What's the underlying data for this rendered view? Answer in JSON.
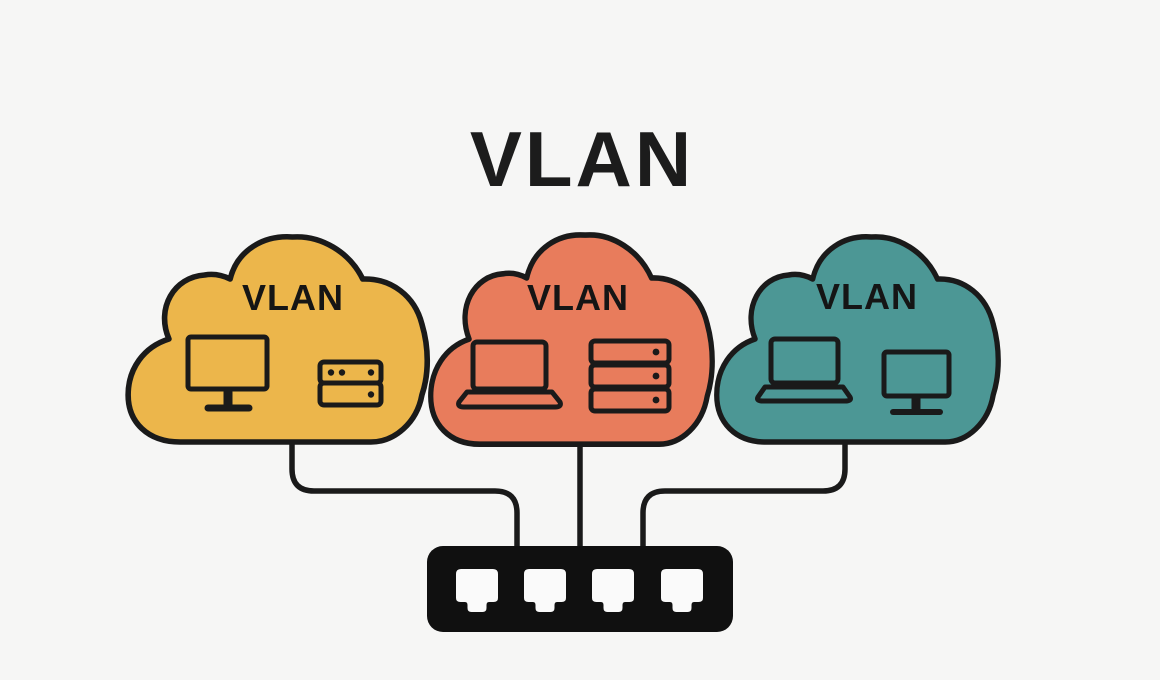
{
  "title": "VLAN",
  "colors": {
    "background": "#f6f6f5",
    "outline": "#1a1a1a",
    "switch_body": "#101010",
    "switch_port": "#fafafa"
  },
  "clouds": [
    {
      "label": "VLAN",
      "color": "#ecb64b",
      "devices": [
        "desktop-computer",
        "server-2-bay"
      ]
    },
    {
      "label": "VLAN",
      "color": "#e87c5c",
      "devices": [
        "laptop",
        "server-3-bay"
      ]
    },
    {
      "label": "VLAN",
      "color": "#4c9795",
      "devices": [
        "laptop",
        "monitor"
      ]
    }
  ],
  "switch": {
    "ports": 4
  }
}
